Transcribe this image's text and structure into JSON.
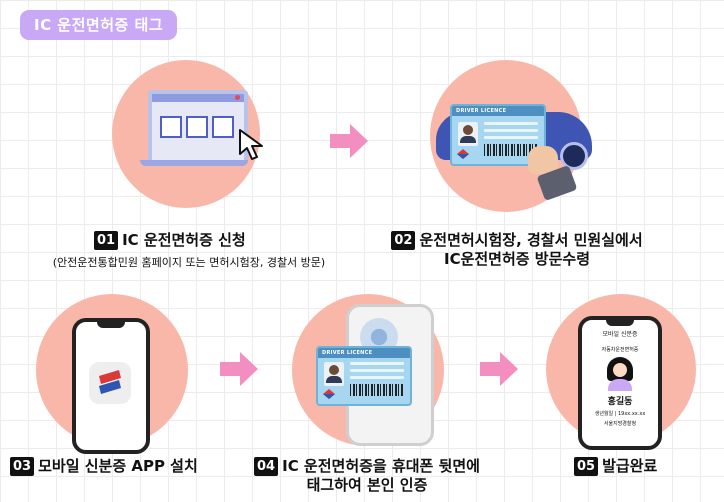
{
  "title": "IC 운전면허증 태그",
  "steps": [
    {
      "num": "01",
      "title": "IC 운전면허증 신청",
      "subtitle": "(안전운전통합민원 홈페이지 또는 면허시험장, 경찰서 방문)"
    },
    {
      "num": "02",
      "title_line1": "운전면허시험장, 경찰서 민원실에서",
      "title_line2": "IC운전면허증 방문수령"
    },
    {
      "num": "03",
      "title": "모바일 신분증 APP 설치"
    },
    {
      "num": "04",
      "title_line1": "IC 운전면허증을 휴대폰 뒷면에",
      "title_line2": "태그하여 본인 인증"
    },
    {
      "num": "05",
      "title": "발급완료"
    }
  ],
  "card_label": "DRIVER LICENCE",
  "phone_card": {
    "header": "모바일 신분증",
    "subheader": "자동차운전면허증",
    "name": "홍길동",
    "birth": "생년월일 | 19xx.xx.xx",
    "issuer": "서울지방경찰청"
  },
  "colors": {
    "circle": "#f9b7a9",
    "arrow": "#f38fc0",
    "badge": "#c9a8f5"
  }
}
